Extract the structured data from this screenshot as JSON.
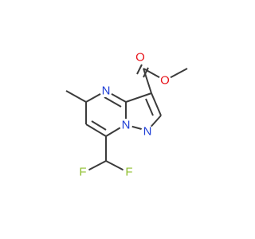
{
  "molecule": {
    "atoms": {
      "o_carbonyl": {
        "text": "O",
        "color": "#e8141b"
      },
      "o_ester": {
        "text": "O",
        "color": "#e8141b"
      },
      "n_pyrimidine": {
        "text": "N",
        "color": "#1f3fd6"
      },
      "n_bridge": {
        "text": "N",
        "color": "#1f3fd6"
      },
      "n_pyrazole": {
        "text": "N",
        "color": "#1f3fd6"
      },
      "f_left": {
        "text": "F",
        "color": "#8fbf2f"
      },
      "f_right": {
        "text": "F",
        "color": "#8fbf2f"
      }
    },
    "bond_color": "#3b3b3b",
    "background": "#ffffff"
  }
}
